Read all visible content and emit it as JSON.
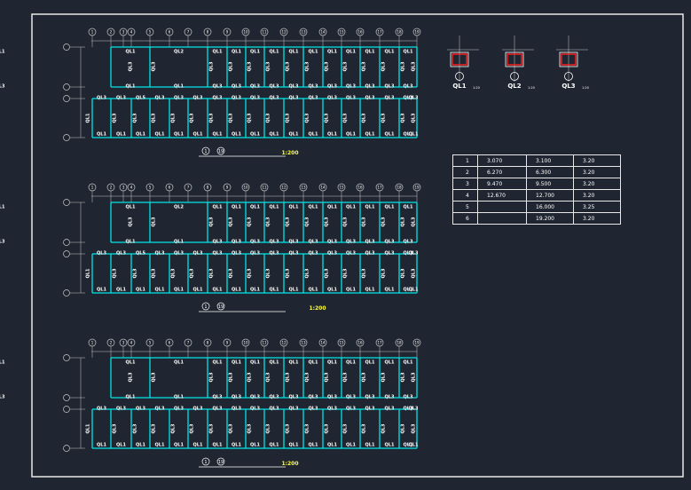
{
  "colors": {
    "background": "#1f2631",
    "frame": "#e8e8e8",
    "beam": "#00e5e5",
    "text": "#ffffff",
    "caption": "#ffff40",
    "section_red": "#ff2020",
    "grid": "#c8c8c8"
  },
  "axis_labels": [
    "1",
    "2",
    "3",
    "4",
    "5",
    "6",
    "7",
    "8",
    "9",
    "10",
    "11",
    "12",
    "13",
    "14",
    "15",
    "16",
    "17",
    "18",
    "19"
  ],
  "plans": [
    {
      "top_labels": [
        "QL1",
        "QL2",
        "QL1",
        "QL1",
        "QL1",
        "QL1",
        "QL1",
        "QL1",
        "QL1",
        "QL1",
        "QL1",
        "QL1",
        "QL1",
        "QL1"
      ],
      "upper_vertical": "QL3",
      "divider_labels": [
        "QL1",
        "QL1",
        "QL3",
        "QL3",
        "QL3",
        "QL3",
        "QL3",
        "QL3",
        "QL3",
        "QL3",
        "QL3",
        "QL3",
        "QL3",
        "QL3"
      ],
      "upper_row_labels": [
        "QL3",
        "QL3",
        "QL5",
        "QL3",
        "QL3",
        "QL3",
        "QL3",
        "QL3",
        "QL3",
        "QL3",
        "QL3",
        "QL3",
        "QL3",
        "QL3",
        "QL3",
        "QL3",
        "QL3",
        "QL3"
      ],
      "lower_vertical": "QL3",
      "lower_edge_vertical": "QL1",
      "bottom_labels": [
        "QL1",
        "QL1",
        "QL1",
        "QL1",
        "QL1",
        "QL1",
        "QL1",
        "QL1",
        "QL1",
        "QL1",
        "QL1",
        "QL1",
        "QL1",
        "QL1",
        "QL1",
        "QL1",
        "QL1",
        "QL1"
      ],
      "caption_from": "1",
      "caption_to": "19",
      "scale": "1:200"
    },
    {
      "top_labels": [
        "QL1",
        "QL2",
        "QL1",
        "QL1",
        "QL1",
        "QL1",
        "QL1",
        "QL1",
        "QL1",
        "QL1",
        "QL1",
        "QL1",
        "QL1",
        "QL1"
      ],
      "upper_vertical": "QL3",
      "divider_labels": [
        "QL1",
        "QL1",
        "QL3",
        "QL3",
        "QL3",
        "QL3",
        "QL3",
        "QL3",
        "QL3",
        "QL3",
        "QL3",
        "QL3",
        "QL3",
        "QL3"
      ],
      "upper_row_labels": [
        "QL3",
        "QL3",
        "QL5",
        "QL3",
        "QL3",
        "QL3",
        "QL3",
        "QL3",
        "QL3",
        "QL3",
        "QL3",
        "QL3",
        "QL3",
        "QL3",
        "QL3",
        "QL3",
        "QL3",
        "QL3"
      ],
      "lower_vertical": "QL3",
      "lower_edge_vertical": "QL1",
      "bottom_labels": [
        "QL1",
        "QL1",
        "QL1",
        "QL1",
        "QL1",
        "QL1",
        "QL1",
        "QL1",
        "QL1",
        "QL1",
        "QL1",
        "QL1",
        "QL1",
        "QL1",
        "QL1",
        "QL1",
        "QL1",
        "QL1"
      ],
      "caption_from": "1",
      "caption_to": "19",
      "scale": "1:200"
    },
    {
      "top_labels": [
        "QL1",
        "QL1",
        "QL1",
        "QL1",
        "QL1",
        "QL1",
        "QL1",
        "QL1",
        "QL1",
        "QL1",
        "QL1",
        "QL1",
        "QL1",
        "QL1"
      ],
      "upper_vertical": "QL3",
      "divider_labels": [
        "QL1",
        "QL1",
        "QL3",
        "QL3",
        "QL3",
        "QL3",
        "QL3",
        "QL3",
        "QL3",
        "QL3",
        "QL3",
        "QL3",
        "QL3",
        "QL3"
      ],
      "upper_row_labels": [
        "QL3",
        "QL3",
        "QL3",
        "QL3",
        "QL3",
        "QL3",
        "QL3",
        "QL3",
        "QL3",
        "QL3",
        "QL3",
        "QL3",
        "QL3",
        "QL3",
        "QL3",
        "QL3",
        "QL3",
        "QL3"
      ],
      "lower_vertical": "QL3",
      "lower_edge_vertical": "QL1",
      "bottom_labels": [
        "QL1",
        "QL1",
        "QL1",
        "QL1",
        "QL1",
        "QL1",
        "QL1",
        "QL1",
        "QL1",
        "QL1",
        "QL1",
        "QL1",
        "QL1",
        "QL1",
        "QL1",
        "QL1",
        "QL1",
        "QL1"
      ],
      "caption_from": "1",
      "caption_to": "19",
      "scale": "1:200"
    }
  ],
  "sections": [
    {
      "name": "QL1",
      "scale": "1:20"
    },
    {
      "name": "QL2",
      "scale": "1:20"
    },
    {
      "name": "QL3",
      "scale": "1:20"
    }
  ],
  "schedule": [
    [
      "1",
      "3.070",
      "3.100",
      "3.20"
    ],
    [
      "2",
      "6.270",
      "6.300",
      "3.20"
    ],
    [
      "3",
      "9.470",
      "9.500",
      "3.20"
    ],
    [
      "4",
      "12.670",
      "12.700",
      "3.20"
    ],
    [
      "5",
      "",
      "16.000",
      "3.25"
    ],
    [
      "6",
      "",
      "19.200",
      "3.20"
    ]
  ]
}
